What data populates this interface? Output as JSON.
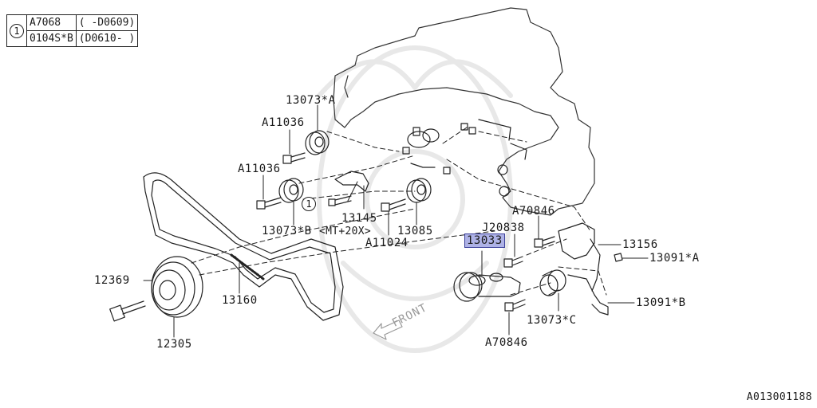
{
  "legend": {
    "marker": "1",
    "rows": [
      {
        "part": "A7068",
        "range": "( -D0609)"
      },
      {
        "part": "0104S*B",
        "range": "(D0610- )"
      }
    ]
  },
  "callouts": {
    "p13073a": "13073*A",
    "p11036_top": "A11036",
    "p11036_mid": "A11036",
    "p13073b": "13073*B",
    "p13145": "13145",
    "p13145_note": "<MT+20X>",
    "p11024": "A11024",
    "p13085": "13085",
    "p70846_top": "A70846",
    "p20838": "J20838",
    "p13033": "13033",
    "p13156": "13156",
    "p13091a": "13091*A",
    "p13091b": "13091*B",
    "p13073c": "13073*C",
    "p70846_bot": "A70846",
    "p12369": "12369",
    "p13160": "13160",
    "p12305": "12305",
    "inline_marker": "1"
  },
  "front_label": "FRONT",
  "doc_id": "A013001188",
  "highlight_color": "#aeb2e6"
}
